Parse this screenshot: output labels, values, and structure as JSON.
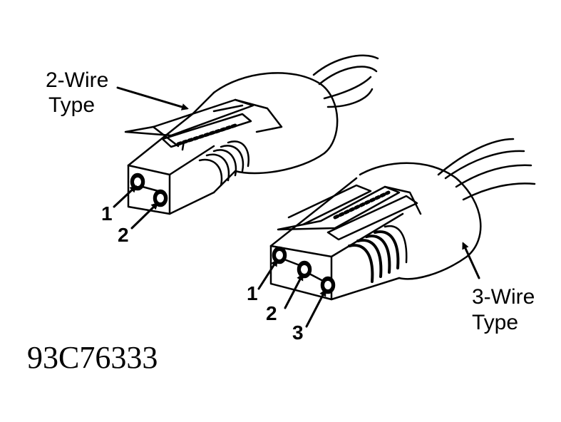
{
  "labels": {
    "two_wire_line1": "2-Wire",
    "two_wire_line2": "Type",
    "three_wire_line1": "3-Wire",
    "three_wire_line2": "Type"
  },
  "pins_two_wire": [
    "1",
    "2"
  ],
  "pins_three_wire": [
    "1",
    "2",
    "3"
  ],
  "figure_code": "93C76333",
  "colors": {
    "ink": "#000000",
    "paper": "#ffffff"
  }
}
